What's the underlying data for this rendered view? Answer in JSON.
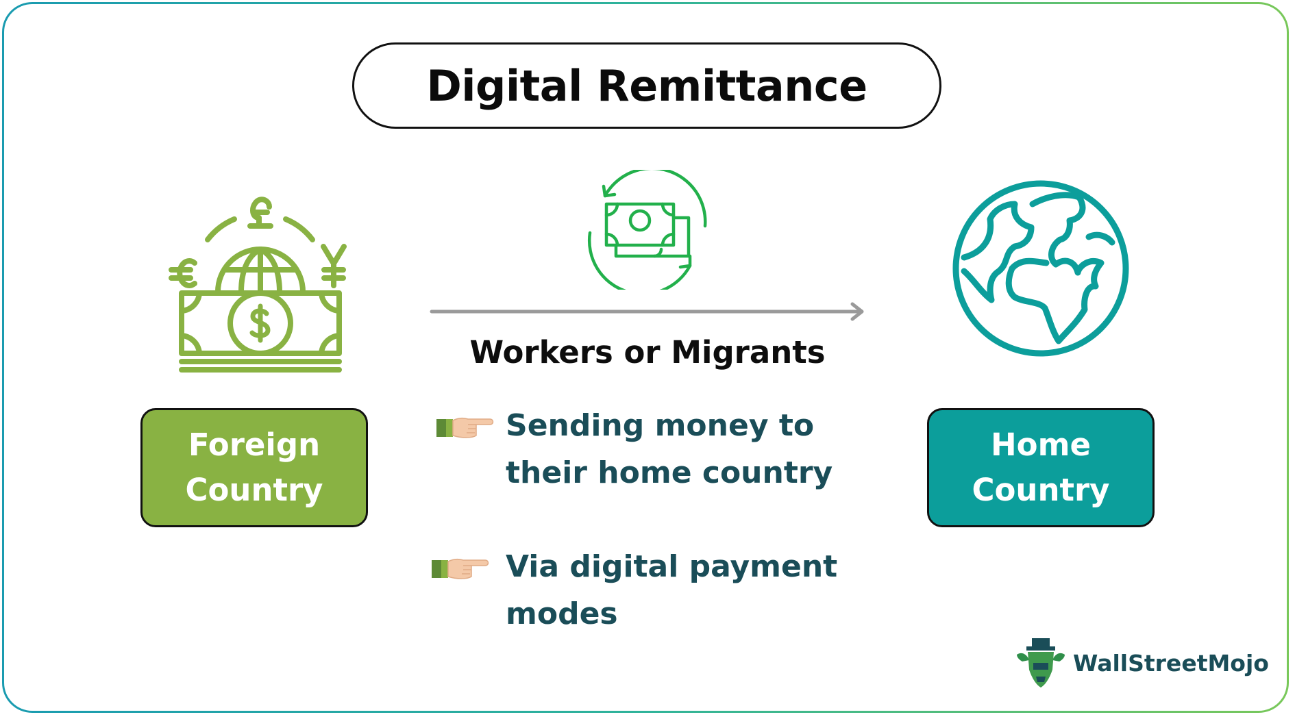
{
  "title": "Digital Remittance",
  "center": {
    "label": "Workers or Migrants",
    "bullets": [
      {
        "line1": "Sending money to",
        "line2": "their home country"
      },
      {
        "line1": "Via digital payment",
        "line2": "modes"
      }
    ]
  },
  "foreign_box": {
    "line1": "Foreign",
    "line2": "Country"
  },
  "home_box": {
    "line1": "Home",
    "line2": "Country"
  },
  "logo": {
    "text": "WallStreetMojo"
  },
  "colors": {
    "foreign_green": "#89b243",
    "home_teal": "#0c9e9b",
    "exchange_green": "#22b04b",
    "text_dark_teal": "#1a4d58",
    "arrow_gray": "#9a9a9a"
  }
}
